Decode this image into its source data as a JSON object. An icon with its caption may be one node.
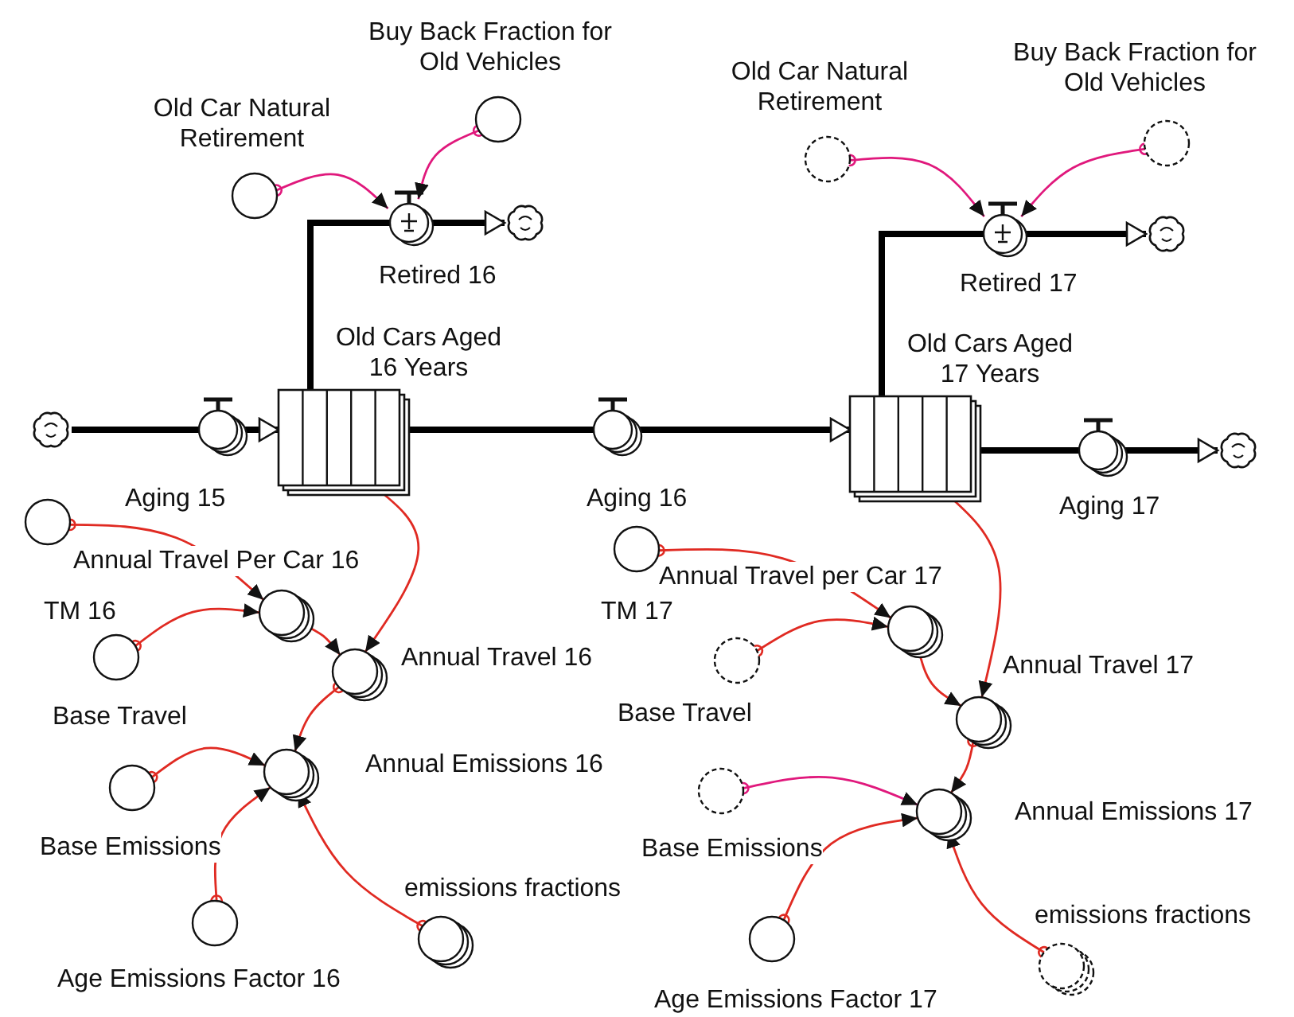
{
  "diagram": {
    "nodes": [
      {
        "text": [],
        "shape": "cloud"
      },
      {
        "text": [
          "Aging 15"
        ]
      },
      {
        "text": [
          "Old Cars Aged 16 Years"
        ]
      },
      {
        "text": [
          "Aging 16"
        ]
      },
      {
        "text": [
          "Old Cars Aged 17 Years"
        ]
      },
      {
        "text": [
          "Aging 17"
        ]
      },
      {
        "text": [],
        "shape": "cloud"
      },
      {
        "text": [
          "Retired 16"
        ]
      },
      {
        "text": [],
        "shape": "cloud"
      },
      {
        "text": [
          "Old Car Natural Retirement"
        ]
      },
      {
        "text": [
          "Buy Back Fraction for Old Vehicles"
        ]
      },
      {
        "text": [
          "Retired 17"
        ]
      },
      {
        "text": [],
        "shape": "cloud"
      },
      {
        "text": [
          "Old Car Natural Retirement"
        ]
      },
      {
        "text": [
          "Buy Back Fraction for Old Vehicles"
        ]
      },
      {
        "text": [
          "TM 16"
        ]
      },
      {
        "text": [
          "Base Travel"
        ]
      },
      {
        "text": [
          "Annual Travel Per Car 16"
        ]
      },
      {
        "text": [
          "Annual Travel 16"
        ]
      },
      {
        "text": [
          "Annual Emissions 16"
        ]
      },
      {
        "text": [
          "Base Emissions"
        ]
      },
      {
        "text": [
          "Age Emissions Factor 16"
        ]
      },
      {
        "text": [
          "emissions fractions"
        ]
      },
      {
        "text": [
          "TM 17"
        ]
      },
      {
        "text": [
          "Base Travel"
        ]
      },
      {
        "text": [
          "Annual Travel per Car 17"
        ]
      },
      {
        "text": [
          "Annual Travel 17"
        ]
      },
      {
        "text": [
          "Annual Emissions 17"
        ]
      },
      {
        "text": [
          "Base Emissions"
        ]
      },
      {
        "text": [
          "Age Emissions Factor 17"
        ]
      },
      {
        "text": [
          "emissions fractions"
        ]
      }
    ],
    "edges": [
      {
        "from": 0,
        "to": 1,
        "arrow": "none",
        "style": "thick",
        "color": "#000000"
      },
      {
        "from": 1,
        "to": 2,
        "arrow": "to",
        "style": "thick",
        "color": "#000000"
      },
      {
        "from": 2,
        "to": 3,
        "arrow": "none",
        "style": "thick",
        "color": "#000000"
      },
      {
        "from": 3,
        "to": 4,
        "arrow": "to",
        "style": "thick",
        "color": "#000000"
      },
      {
        "from": 4,
        "to": 5,
        "arrow": "none",
        "style": "thick",
        "color": "#000000"
      },
      {
        "from": 5,
        "to": 6,
        "arrow": "to",
        "style": "thick",
        "color": "#000000"
      },
      {
        "from": 2,
        "to": 7,
        "arrow": "none",
        "style": "thick",
        "color": "#000000"
      },
      {
        "from": 7,
        "to": 8,
        "arrow": "to",
        "style": "thick",
        "color": "#000000"
      },
      {
        "from": 4,
        "to": 11,
        "arrow": "none",
        "style": "thick",
        "color": "#000000"
      },
      {
        "from": 11,
        "to": 12,
        "arrow": "to",
        "style": "thick",
        "color": "#000000"
      },
      {
        "from": 9,
        "to": 7,
        "arrow": "to",
        "color": "#e0187c"
      },
      {
        "from": 10,
        "to": 7,
        "arrow": "to",
        "color": "#e0187c"
      },
      {
        "from": 13,
        "to": 11,
        "arrow": "to",
        "color": "#e0187c"
      },
      {
        "from": 14,
        "to": 11,
        "arrow": "to",
        "color": "#e0187c"
      },
      {
        "from": 15,
        "to": 17,
        "arrow": "to"
      },
      {
        "from": 16,
        "to": 17,
        "arrow": "to"
      },
      {
        "from": 17,
        "to": 18,
        "arrow": "to"
      },
      {
        "from": 2,
        "to": 18,
        "arrow": "to"
      },
      {
        "from": 18,
        "to": 19,
        "arrow": "to"
      },
      {
        "from": 20,
        "to": 19,
        "arrow": "to"
      },
      {
        "from": 21,
        "to": 19,
        "arrow": "to"
      },
      {
        "from": 22,
        "to": 19,
        "arrow": "to"
      },
      {
        "from": 23,
        "to": 25,
        "arrow": "to"
      },
      {
        "from": 24,
        "to": 25,
        "arrow": "to"
      },
      {
        "from": 25,
        "to": 26,
        "arrow": "to"
      },
      {
        "from": 4,
        "to": 26,
        "arrow": "to"
      },
      {
        "from": 26,
        "to": 27,
        "arrow": "to"
      },
      {
        "from": 28,
        "to": 27,
        "arrow": "to",
        "color": "#e0187c"
      },
      {
        "from": 29,
        "to": 27,
        "arrow": "to"
      },
      {
        "from": 30,
        "to": 27,
        "arrow": "to"
      }
    ]
  }
}
